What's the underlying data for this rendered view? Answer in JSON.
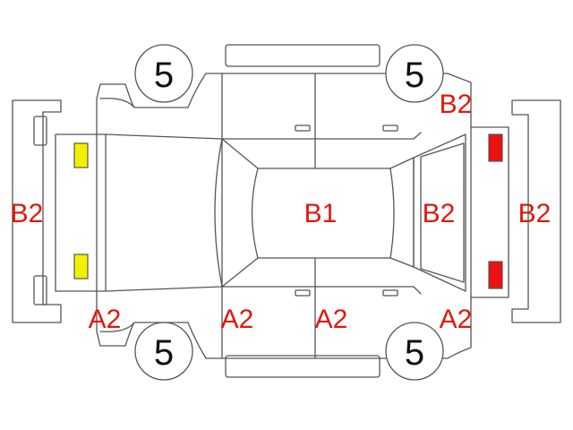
{
  "colors": {
    "outline": "#555555",
    "code_text": "#e0180c",
    "tire_text": "#111111",
    "front_lamp": "#f4f000",
    "rear_lamp": "#ee1111"
  },
  "tires": {
    "front_left": "5",
    "front_right": "5",
    "rear_left": "5",
    "rear_right": "5"
  },
  "codes": {
    "roof": "B1",
    "front_bumper": "B2",
    "rear_bumper": "B2",
    "tailgate": "B2",
    "rear_quarter_top": "B2",
    "front_fender_bottom": "A2",
    "front_door_bottom": "A2",
    "rear_door_bottom": "A2",
    "rear_quarter_bottom": "A2"
  }
}
